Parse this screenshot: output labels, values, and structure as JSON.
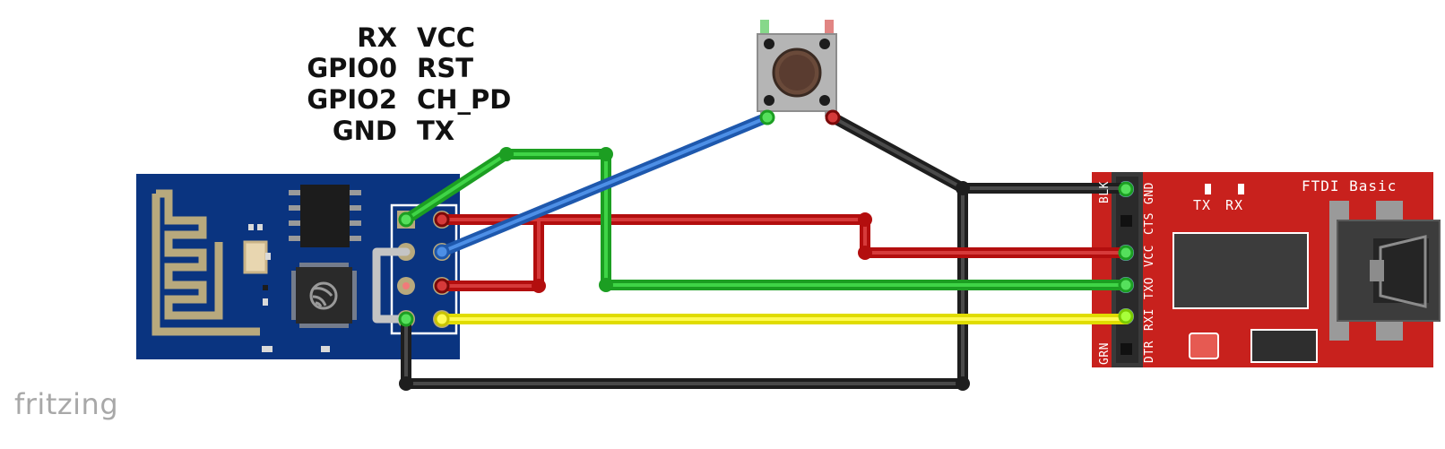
{
  "esp_header": {
    "left_labels": [
      "RX",
      "GPIO0",
      "GPIO2",
      "GND"
    ],
    "right_labels": [
      "VCC",
      "RST",
      "CH_PD",
      "TX"
    ]
  },
  "ftdi": {
    "title": "FTDI Basic",
    "pins": [
      "GND",
      "CTS",
      "VCC",
      "TXO",
      "RXI",
      "DTR"
    ],
    "top_mark": "BLK",
    "bottom_mark": "GRN",
    "led_tx": "TX",
    "led_rx": "RX"
  },
  "brand": "fritzing",
  "colors": {
    "esp_board": "#0a3480",
    "ftdi_board": "#c8211d",
    "wire_red": "#b30e0e",
    "wire_green": "#22b82a",
    "wire_blue": "#2a6fd0",
    "wire_black": "#1e1e1e",
    "wire_yellow": "#f2ef10",
    "wire_gray": "#c4c4c4"
  },
  "icons": [
    "esp-antenna-icon",
    "espressif-logo-icon",
    "pushbutton-icon",
    "usb-connector-icon"
  ]
}
